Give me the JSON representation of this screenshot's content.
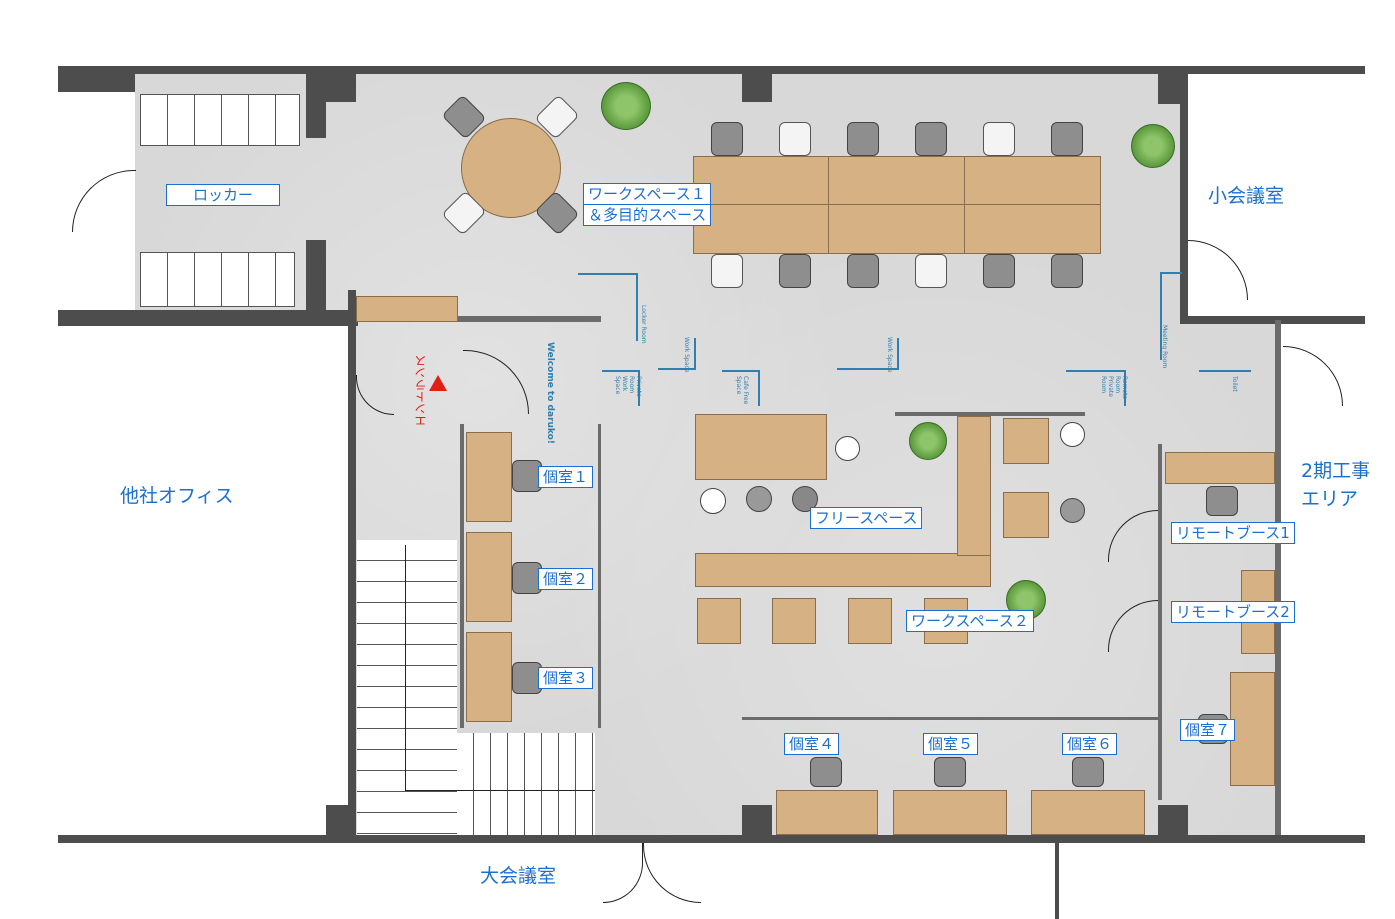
{
  "rooms": {
    "locker": "ロッカー",
    "workspace1_line1": "ワークスペース１",
    "workspace1_line2": "＆多目的スペース",
    "small_meeting": "小会議室",
    "entrance": "エントランス",
    "other_office": "他社オフィス",
    "free_space": "フリースペース",
    "workspace2": "ワークスペース２",
    "phase2_line1": "2期工事",
    "phase2_line2": "エリア",
    "remote_booth1": "リモートブース1",
    "remote_booth2": "リモートブース2",
    "private_rooms": [
      "個室１",
      "個室２",
      "個室３",
      "個室４",
      "個室５",
      "個室６",
      "個室７"
    ],
    "large_meeting": "大会議室"
  },
  "signage": {
    "welcome": "Welcome to daruko!",
    "locker_room": "Locker Room",
    "private_work": "Private Room Work Space",
    "work_space_a": "Work Space",
    "cafe": "Cafe Free Space",
    "work_space_b": "Work Space",
    "meeting_room": "Meeting Room",
    "remote_private": "Remote Room Private Room",
    "toilet": "Toilet"
  },
  "colors": {
    "label": "#1a6fd0",
    "sign": "#2f7fb0",
    "entrance_marker": "#e02010"
  }
}
